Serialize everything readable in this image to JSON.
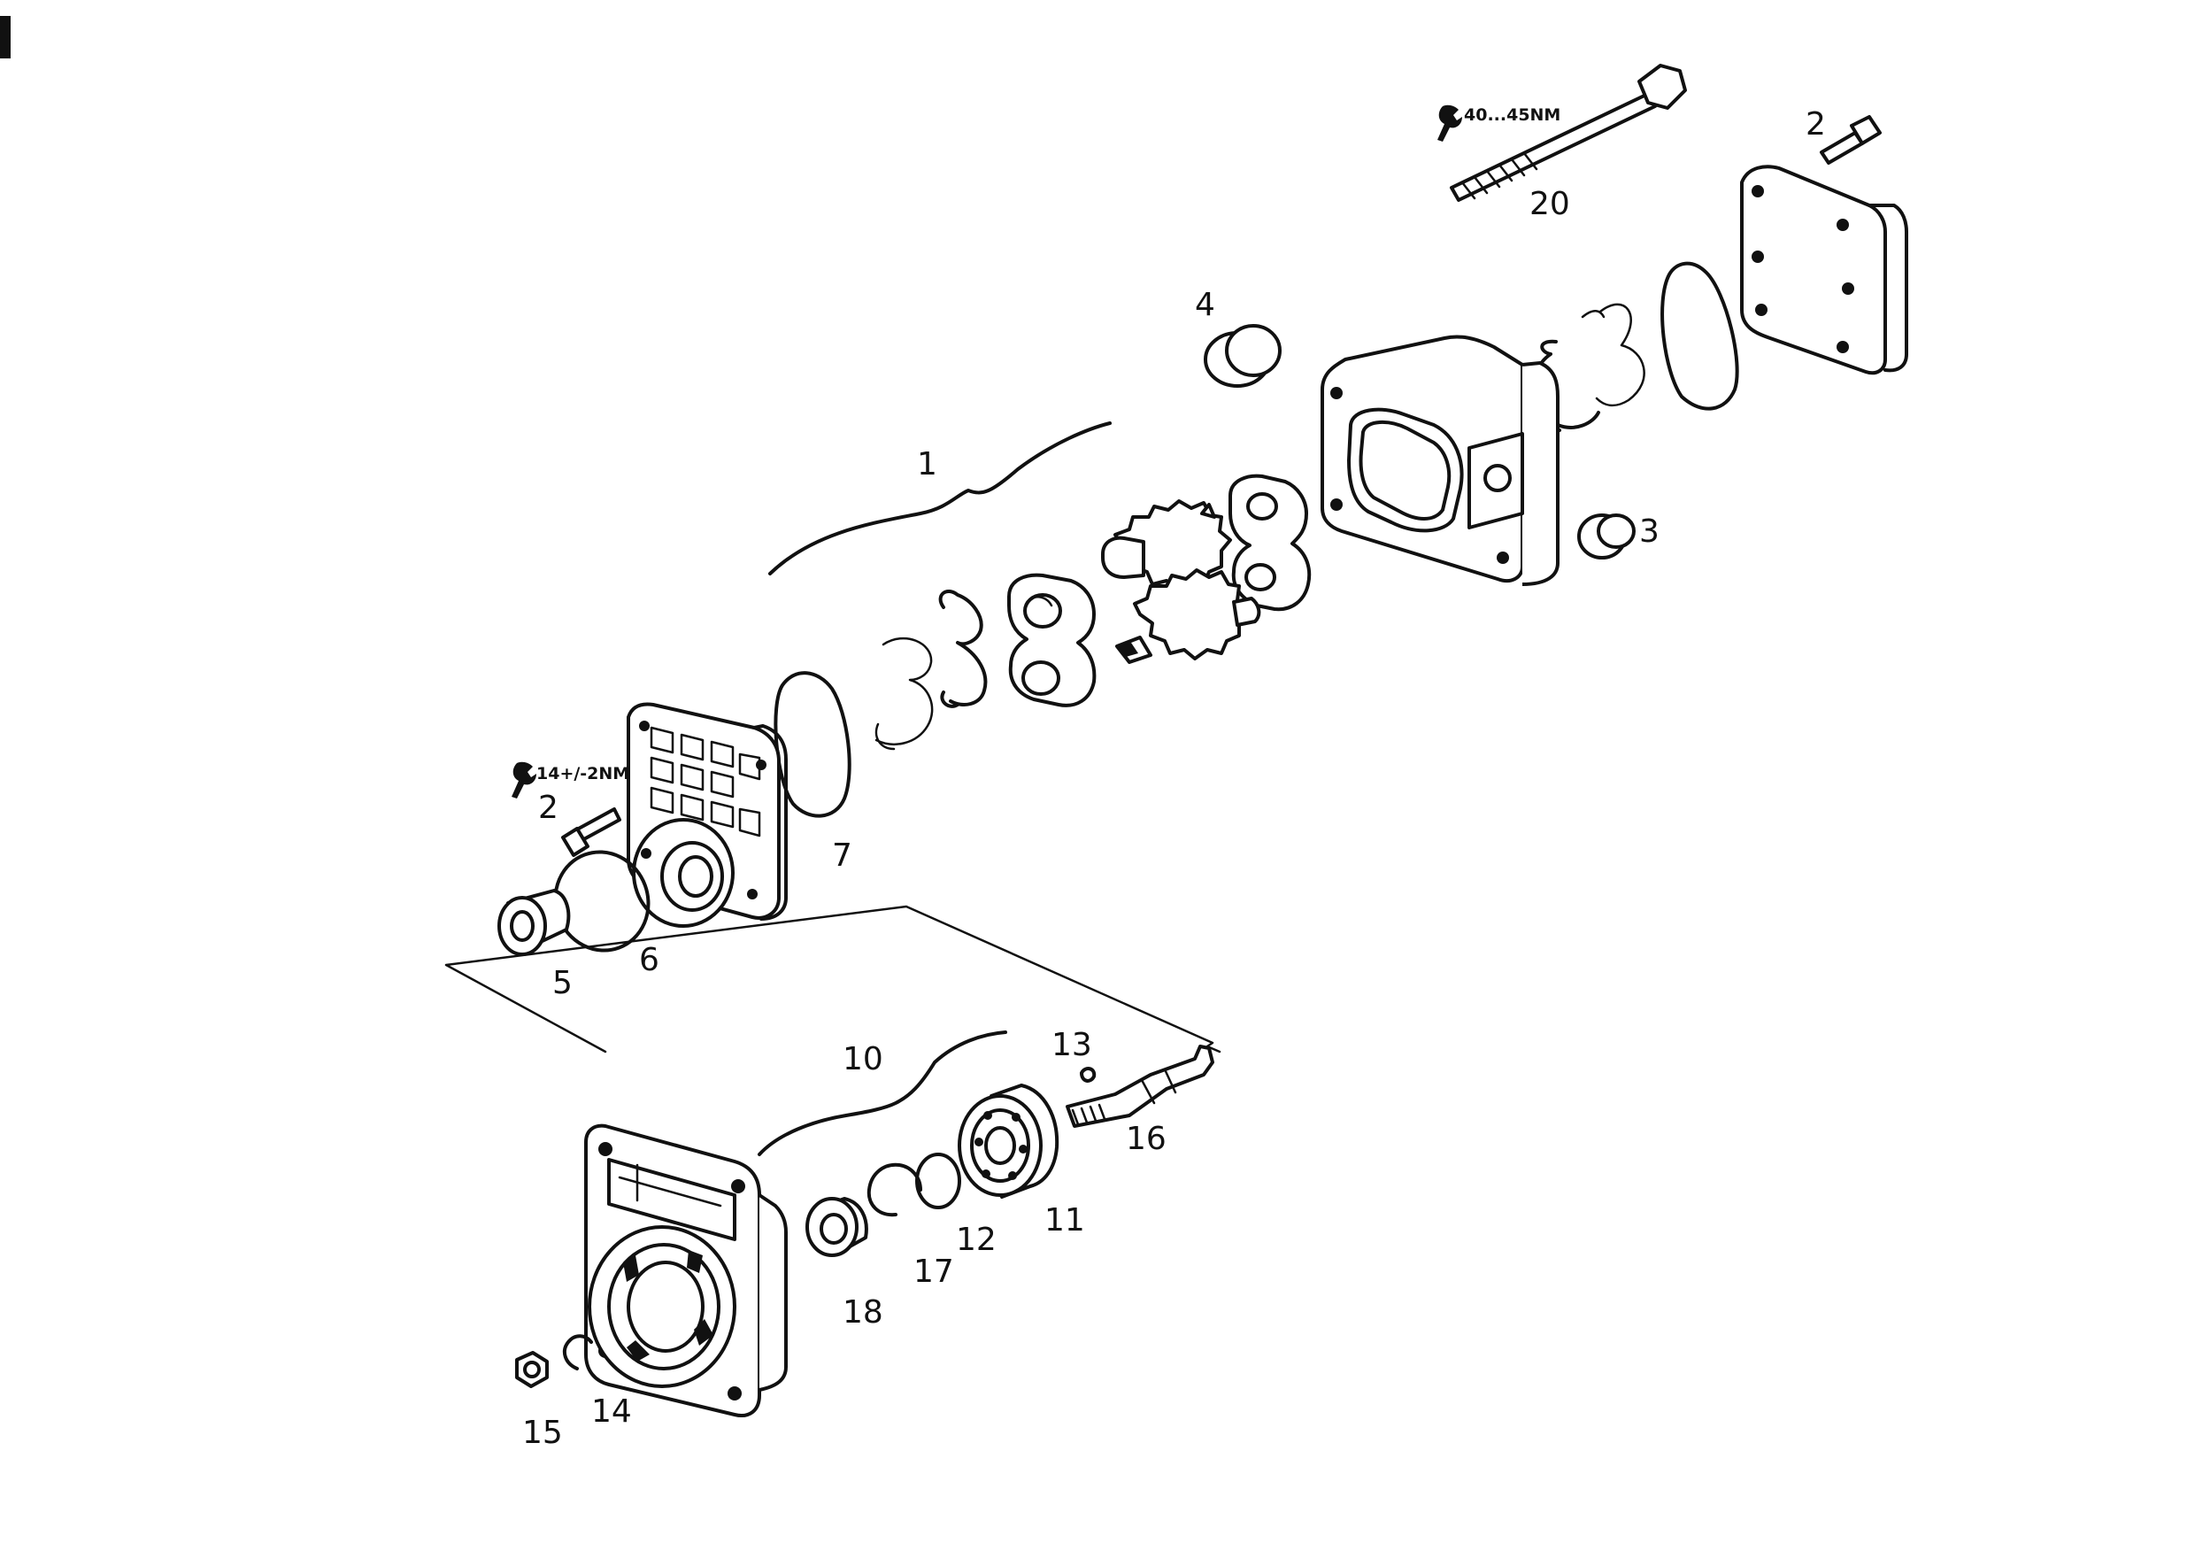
{
  "diagram": {
    "labels": {
      "p1": "1",
      "p2_top": "2",
      "p2_left": "2",
      "p3": "3",
      "p4": "4",
      "p5": "5",
      "p6": "6",
      "p7": "7",
      "p10": "10",
      "p11": "11",
      "p12": "12",
      "p13": "13",
      "p14": "14",
      "p15": "15",
      "p16": "16",
      "p17": "17",
      "p18": "18",
      "p20": "20"
    },
    "torque": {
      "tie_rod": "40...45NM",
      "screw": "14+/-2NM"
    },
    "icons": [
      "wrench-icon"
    ]
  }
}
